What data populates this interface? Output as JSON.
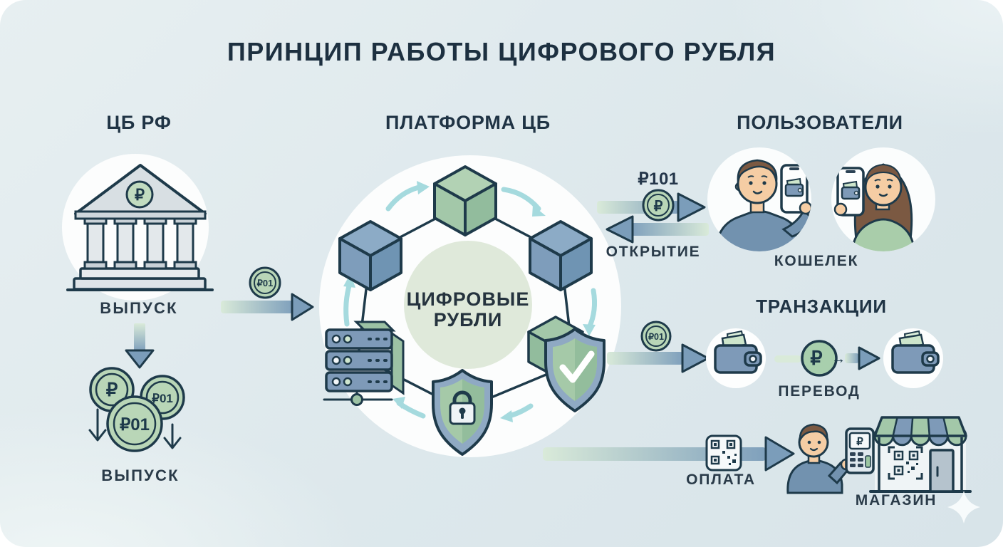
{
  "title": "ПРИНЦИП РАБОТЫ ЦИФРОВОГО РУБЛЯ",
  "central_bank": {
    "heading": "ЦБ РФ",
    "pediment_symbol": "₽",
    "issue_top": "ВЫПУСК",
    "flow_coin": "₽01",
    "coin1_symbol": "₽",
    "coin2_value": "₽01",
    "coin3_value": "₽01",
    "issue_bottom": "ВЫПУСК"
  },
  "platform": {
    "heading": "ПЛАТФОРМА ЦБ",
    "center_line1": "ЦИФРОВЫЕ",
    "center_line2": "РУБЛИ"
  },
  "users": {
    "heading": "ПОЛЬЗОВАТЕЛИ",
    "amount": "₽101",
    "coin_symbol": "₽",
    "opening_label": "ОТКРЫТИЕ",
    "wallet_label": "КОШЕЛЕК"
  },
  "transactions": {
    "heading": "ТРАНЗАКЦИИ",
    "coin_value": "₽01",
    "transfer_symbol": "₽",
    "transfer_arrow": "→",
    "transfer_label": "ПЕРЕВОД"
  },
  "payment": {
    "pay_label": "ОПЛАТА",
    "terminal_symbol": "₽",
    "store_label": "МАГАЗИН"
  },
  "colors": {
    "outline": "#1e3a4a",
    "steel_blue": "#7e9ab8",
    "green": "#a6cbab",
    "mint": "#d9ead9",
    "teal_arrow": "#a5dade",
    "background": "#dde8ec"
  }
}
